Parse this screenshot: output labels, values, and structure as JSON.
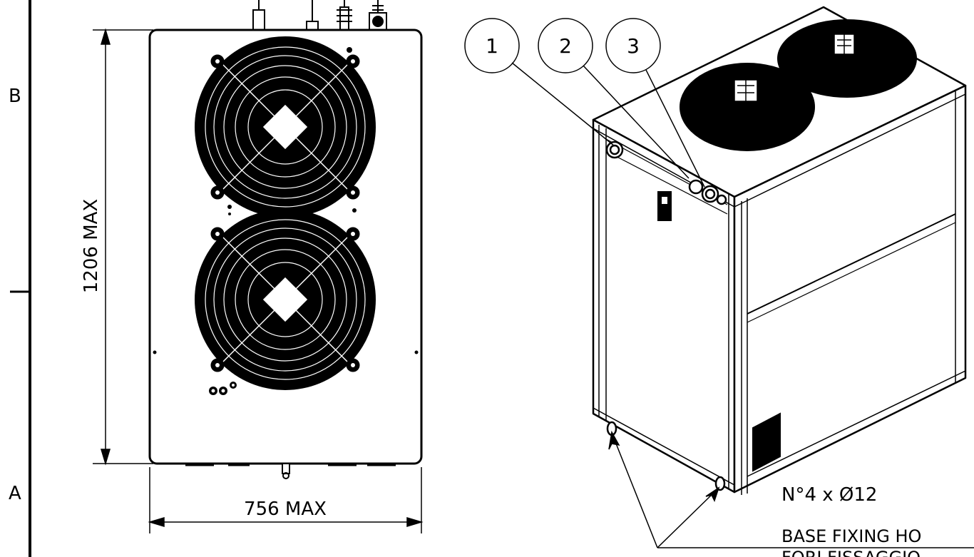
{
  "frame": {
    "zone_top": "B",
    "zone_bottom": "A"
  },
  "dimensions": {
    "height": "1206 MAX",
    "width": "756 MAX"
  },
  "callouts": [
    "1",
    "2",
    "3"
  ],
  "notes": {
    "holes": "N°4 x Ø12",
    "base_en": "BASE FIXING HO",
    "base_it": "FORI FISSAGGIO"
  },
  "colors": {
    "line": "#000000",
    "background": "#ffffff",
    "fan_fill": "#000000"
  }
}
